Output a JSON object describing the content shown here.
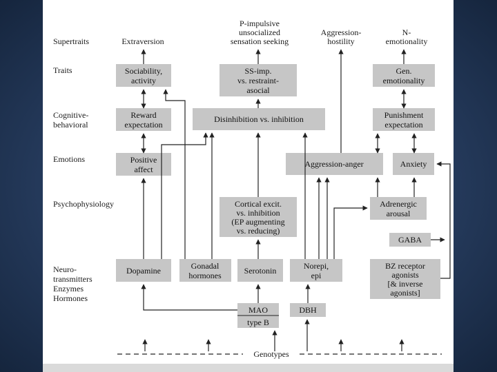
{
  "row_labels": {
    "supertraits": "Supertraits",
    "traits": "Traits",
    "cognitive": [
      "Cognitive-",
      "behavioral"
    ],
    "emotions": "Emotions",
    "psychophysiology": "Psychophysiology",
    "neuro": [
      "Neuro-",
      "transmitters",
      "Enzymes",
      "Hormones"
    ]
  },
  "supertraits": {
    "extraversion": "Extraversion",
    "p_impulsive": [
      "P-impulsive",
      "unsocialized",
      "sensation seeking"
    ],
    "aggression": [
      "Aggression-",
      "hostility"
    ],
    "n_emotionality": [
      "N-",
      "emotionality"
    ]
  },
  "boxes": {
    "sociability": [
      "Sociability,",
      "activity"
    ],
    "ss_imp": [
      "SS-imp.",
      "vs. restraint-",
      "asocial"
    ],
    "gen_emotionality": [
      "Gen.",
      "emotionality"
    ],
    "reward": [
      "Reward",
      "expectation"
    ],
    "disinhibition": "Disinhibition vs. inhibition",
    "punishment": [
      "Punishment",
      "expectation"
    ],
    "positive_affect": [
      "Positive",
      "affect"
    ],
    "aggression_anger": "Aggression-anger",
    "anxiety": "Anxiety",
    "cortical": [
      "Cortical excit.",
      "vs. inhibition",
      "(EP augmenting",
      "vs. reducing)"
    ],
    "adrenergic": [
      "Adrenergic",
      "arousal"
    ],
    "gaba": "GABA",
    "dopamine": "Dopamine",
    "gonadal": [
      "Gonadal",
      "hormones"
    ],
    "serotonin": "Serotonin",
    "norepi": [
      "Norepi,",
      "epi"
    ],
    "bz": [
      "BZ receptor",
      "agonists",
      "[& inverse",
      "agonists]"
    ],
    "mao": "MAO",
    "type_b": "type B",
    "dbh": "DBH"
  },
  "genotypes": "Genotypes"
}
